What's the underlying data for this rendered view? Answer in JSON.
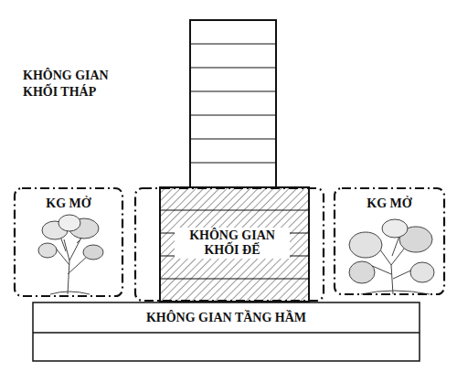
{
  "diagram": {
    "nodes": [
      {
        "text": [
          "KG MỞ"
        ]
      },
      {
        "text": [
          "KHÔNG GIAN KHỐI ĐẾ"
        ]
      },
      {
        "text": [
          "KG MỞ"
        ]
      },
      {
        "text": [
          "KHÔNG GIAN TẦNG HẦM"
        ]
      }
    ],
    "labels": [
      "KHÔNG GIAN KHỐI THÁP"
    ]
  }
}
